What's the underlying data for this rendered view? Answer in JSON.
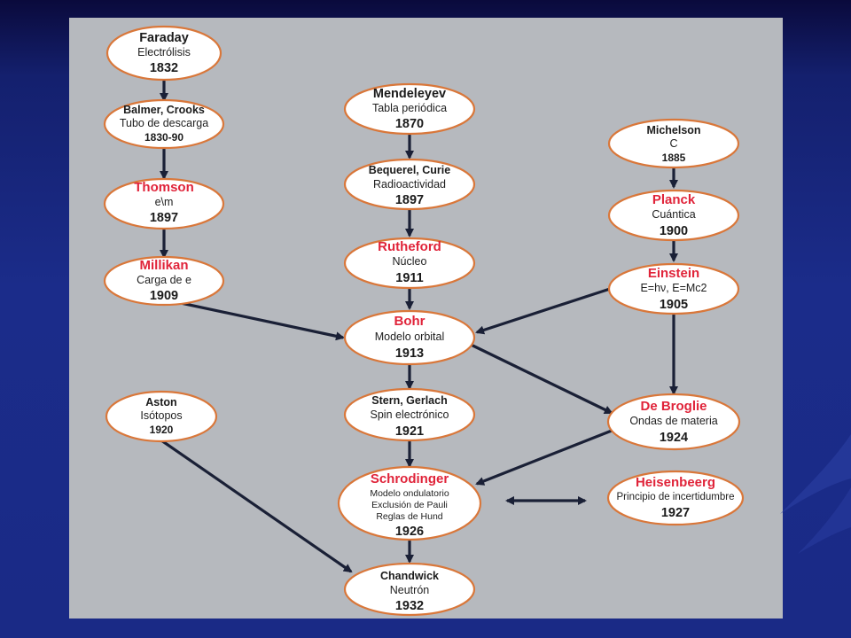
{
  "nodes": {
    "faraday": {
      "name": "Faraday",
      "desc": "Electrólisis",
      "year": "1832"
    },
    "balmer": {
      "name": "Balmer, Crooks",
      "desc": "Tubo de descarga",
      "year": "1830-90"
    },
    "thomson": {
      "name": "Thomson",
      "desc": "e\\m",
      "year": "1897"
    },
    "millikan": {
      "name": "Millikan",
      "desc": "Carga de e",
      "year": "1909"
    },
    "aston": {
      "name": "Aston",
      "desc": "Isótopos",
      "year": "1920"
    },
    "mendeleyev": {
      "name": "Mendeleyev",
      "desc": "Tabla periódica",
      "year": "1870"
    },
    "bequerel": {
      "name": "Bequerel, Curie",
      "desc": "Radioactividad",
      "year": "1897"
    },
    "rutheford": {
      "name": "Rutheford",
      "desc": "Núcleo",
      "year": "1911"
    },
    "bohr": {
      "name": "Bohr",
      "desc": "Modelo orbital",
      "year": "1913"
    },
    "stern": {
      "name": "Stern, Gerlach",
      "desc": "Spin electrónico",
      "year": "1921"
    },
    "schrodinger": {
      "name": "Schrodinger",
      "desc1": "Modelo ondulatorio",
      "desc2": "Exclusión de Pauli",
      "desc3": "Reglas de Hund",
      "year": "1926"
    },
    "chandwick": {
      "name": "Chandwick",
      "desc": "Neutrón",
      "year": "1932"
    },
    "michelson": {
      "name": "Michelson",
      "desc": "C",
      "year": "1885"
    },
    "planck": {
      "name": "Planck",
      "desc": "Cuántica",
      "year": "1900"
    },
    "einstein": {
      "name": "Einstein",
      "desc": "E=hν, E=Mc2",
      "year": "1905"
    },
    "debroglie": {
      "name": "De Broglie",
      "desc": "Ondas de materia",
      "year": "1924"
    },
    "heisenbeerg": {
      "name": "Heisenbeerg",
      "desc": "Principio de incertidumbre",
      "year": "1927"
    }
  },
  "edges": [
    {
      "from": "faraday",
      "to": "balmer"
    },
    {
      "from": "balmer",
      "to": "thomson"
    },
    {
      "from": "thomson",
      "to": "millikan"
    },
    {
      "from": "millikan",
      "to": "bohr"
    },
    {
      "from": "mendeleyev",
      "to": "bequerel"
    },
    {
      "from": "bequerel",
      "to": "rutheford"
    },
    {
      "from": "rutheford",
      "to": "bohr"
    },
    {
      "from": "bohr",
      "to": "stern"
    },
    {
      "from": "stern",
      "to": "schrodinger"
    },
    {
      "from": "schrodinger",
      "to": "chandwick"
    },
    {
      "from": "aston",
      "to": "chandwick"
    },
    {
      "from": "michelson",
      "to": "planck"
    },
    {
      "from": "planck",
      "to": "einstein"
    },
    {
      "from": "einstein",
      "to": "bohr"
    },
    {
      "from": "einstein",
      "to": "debroglie"
    },
    {
      "from": "bohr",
      "to": "debroglie"
    },
    {
      "from": "debroglie",
      "to": "schrodinger"
    },
    {
      "from": "schrodinger",
      "to": "heisenbeerg",
      "bidirectional": true
    }
  ],
  "colors": {
    "background": "#1b2c8a",
    "panel": "#b6b9be",
    "node_fill": "#ffffff",
    "node_border": "#d9773a",
    "highlight_name": "#e0243a",
    "arrow": "#1a2036"
  }
}
